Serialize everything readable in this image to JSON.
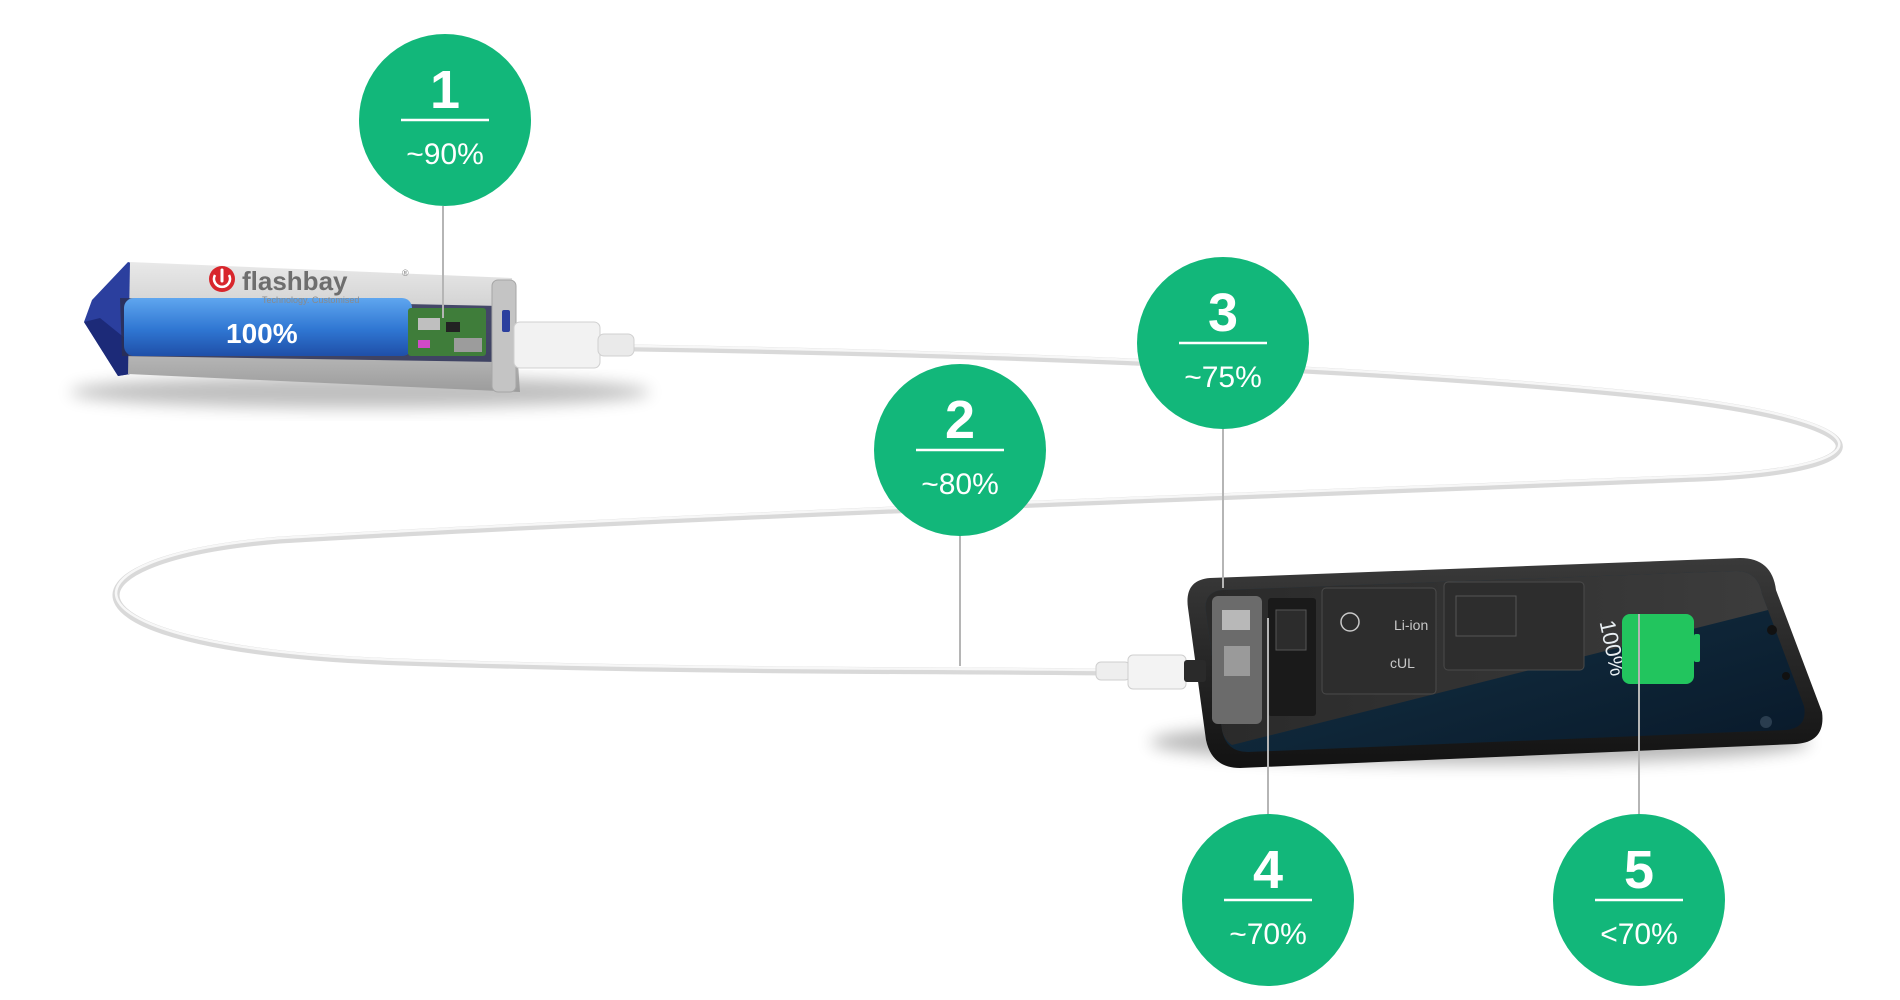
{
  "colors": {
    "badge": "#12b77a",
    "leader_line": "#b5b5b5",
    "cable": "#e6e6e6",
    "bank_cell": "#3b82d6",
    "bank_brand_red": "#d8262c",
    "phone_battery": "#22c55e"
  },
  "power_bank": {
    "brand": "flashbay",
    "registered_mark": "®",
    "tagline": "Technology. Customised",
    "charge_label": "100%",
    "logo_icon": "power-icon"
  },
  "phone": {
    "screen_charge": "100%",
    "cell_label": "Li-ion",
    "cell_mark": "cUL"
  },
  "badges": [
    {
      "number": "1",
      "value": "~90%"
    },
    {
      "number": "2",
      "value": "~80%"
    },
    {
      "number": "3",
      "value": "~75%"
    },
    {
      "number": "4",
      "value": "~70%"
    },
    {
      "number": "5",
      "value": "<70%"
    }
  ]
}
